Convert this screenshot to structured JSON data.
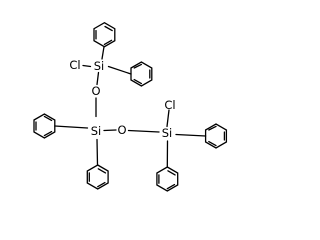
{
  "molecule": {
    "atoms": {
      "si_top": "Si",
      "cl_top": "Cl",
      "o_top": "O",
      "si_mid": "Si",
      "o_mid": "O",
      "si_right": "Si",
      "cl_right": "Cl"
    }
  },
  "colors": {
    "background": "#ffffff",
    "bond": "#000000",
    "label": "#000000"
  }
}
